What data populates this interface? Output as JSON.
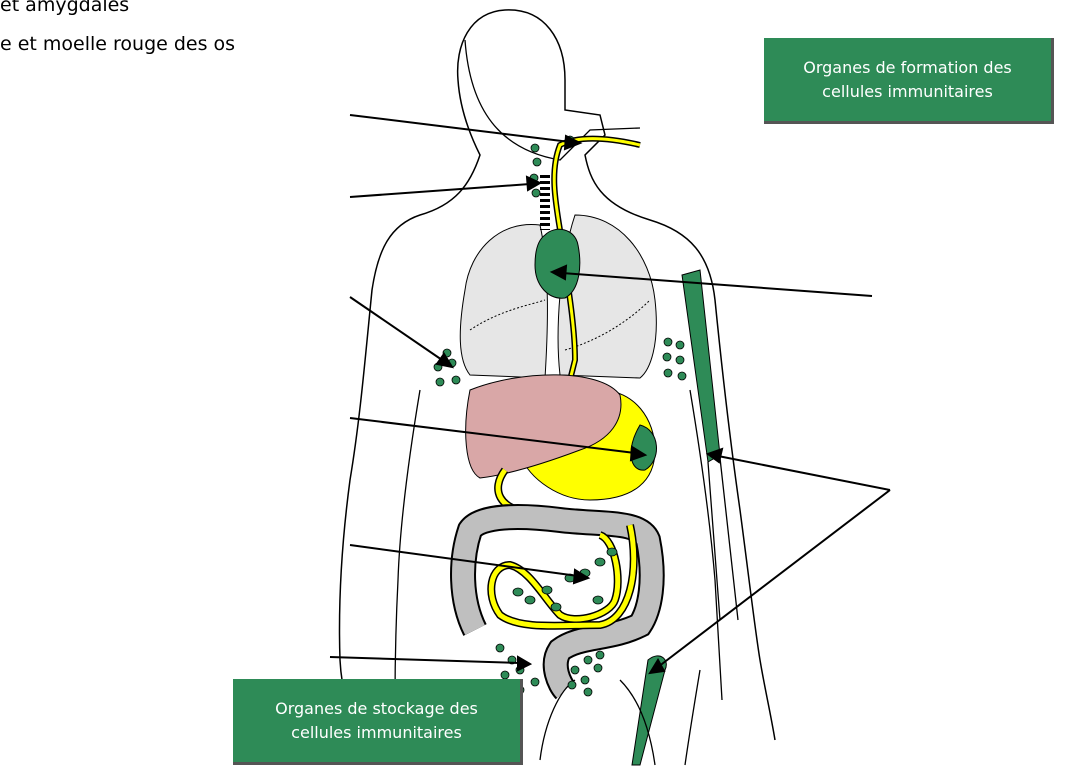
{
  "captions": {
    "line1": "et amygdales",
    "line2": "e et moelle rouge des os"
  },
  "legend": {
    "formation": {
      "line1": "Organes de formation des",
      "line2": "cellules immunitaires",
      "color": "#2e8b57"
    },
    "storage": {
      "line1": "Organes de stockage des",
      "line2": "cellules immunitaires",
      "color": "#2e8b57"
    }
  },
  "colors": {
    "lymph_tissue": "#2e8b57",
    "vessel": "#ffff00",
    "lung": "#e6e6e6",
    "liver": "#d9a7a7",
    "intestine": "#bfbfbf",
    "outline": "#000000"
  }
}
